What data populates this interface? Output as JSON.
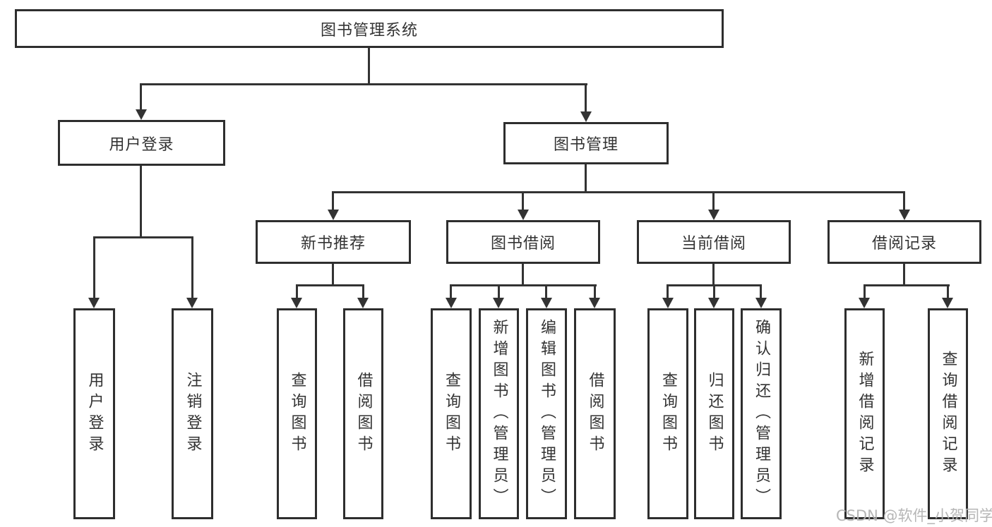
{
  "tree": {
    "root": "图书管理系统",
    "branches": [
      {
        "label": "用户登录",
        "children": [
          "用户登录",
          "注销登录"
        ]
      },
      {
        "label": "图书管理",
        "sections": [
          {
            "label": "新书推荐",
            "children": [
              "查询图书",
              "借阅图书"
            ]
          },
          {
            "label": "图书借阅",
            "children": [
              "查询图书",
              "新增图书（管理员）",
              "编辑图书（管理员）",
              "借阅图书"
            ]
          },
          {
            "label": "当前借阅",
            "children": [
              "查询图书",
              "归还图书",
              "确认归还（管理员）"
            ]
          },
          {
            "label": "借阅记录",
            "children": [
              "新增借阅记录",
              "查询借阅记录"
            ]
          }
        ]
      }
    ]
  },
  "watermark": "CSDN @软件_小贺同学",
  "colors": {
    "line": "#333333",
    "border": "#2e2e2e",
    "text": "#333333",
    "watermark": "#b2b2b2",
    "background": "#ffffff"
  }
}
